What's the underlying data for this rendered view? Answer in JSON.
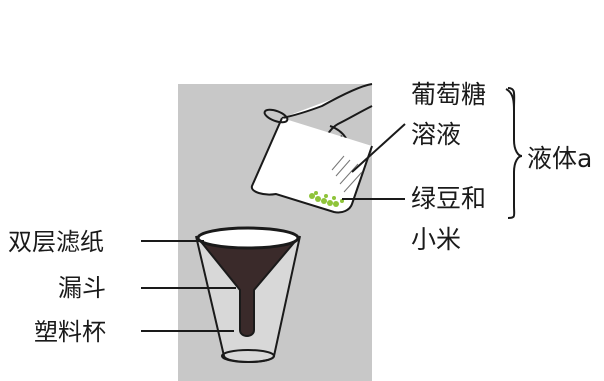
{
  "labels": {
    "glucose_line1": "葡萄糖",
    "glucose_line2": "溶液",
    "liquid_a": "液体a",
    "beans_line1": "绿豆和",
    "beans_line2": "小米",
    "filter_paper": "双层滤纸",
    "funnel": "漏斗",
    "plastic_cup": "塑料杯"
  },
  "colors": {
    "background_panel": "#c8c8c8",
    "funnel_fill": "#3a2a2a",
    "beans": "#8fc43a",
    "line": "#1a1a1a"
  }
}
